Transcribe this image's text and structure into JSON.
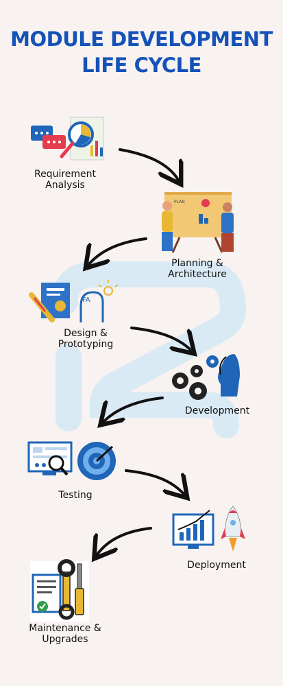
{
  "title": {
    "line1": "MODULE DEVELOPMENT",
    "line2": "LIFE CYCLE"
  },
  "colors": {
    "title": "#1452b8",
    "background": "#f8f2f0",
    "watermark": "#cfe7f6",
    "arrow": "#111111"
  },
  "stages": [
    {
      "lines": [
        "Requirement",
        "Analysis"
      ],
      "icon": "analysis-chat-chart-icon"
    },
    {
      "lines": [
        "Planning &",
        "Architecture"
      ],
      "icon": "planning-board-team-icon"
    },
    {
      "lines": [
        "Design &",
        "Prototyping"
      ],
      "icon": "design-pencil-idea-icon"
    },
    {
      "lines": [
        "Development"
      ],
      "icon": "gears-head-icon"
    },
    {
      "lines": [
        "Testing"
      ],
      "icon": "testing-screen-target-icon"
    },
    {
      "lines": [
        "Deployment"
      ],
      "icon": "deployment-chart-rocket-icon"
    },
    {
      "lines": [
        "Maintenance &",
        "Upgrades"
      ],
      "icon": "maintenance-tools-icon"
    }
  ]
}
